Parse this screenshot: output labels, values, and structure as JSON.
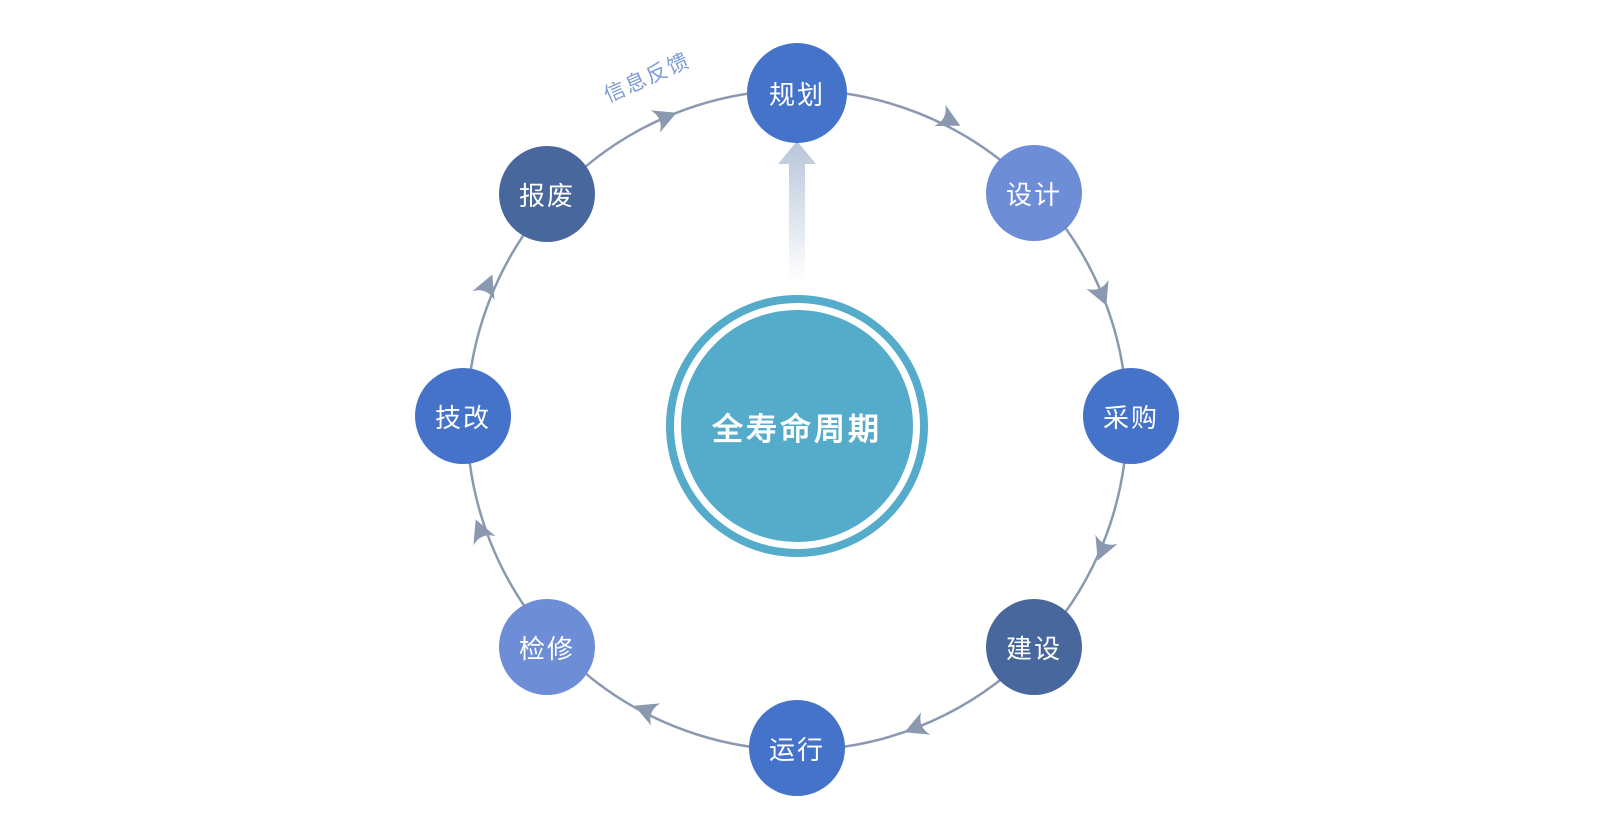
{
  "diagram": {
    "title": "全寿命周期",
    "center": {
      "label": "全寿命周期",
      "fill": "#54abca",
      "text_color": "#ffffff"
    },
    "feedback_label": {
      "text": "信息反馈",
      "color": "#7d9cd3"
    },
    "ring_color": "#8a98b0",
    "arrow_color": "#8a98b0",
    "center_arrow_color": "#b4c3d6",
    "nodes": [
      {
        "id": "planning",
        "label": "规划",
        "color": "#4473c9"
      },
      {
        "id": "design",
        "label": "设计",
        "color": "#6d8dd6"
      },
      {
        "id": "procurement",
        "label": "采购",
        "color": "#4473c9"
      },
      {
        "id": "construction",
        "label": "建设",
        "color": "#48689d"
      },
      {
        "id": "operation",
        "label": "运行",
        "color": "#4473c9"
      },
      {
        "id": "maintenance",
        "label": "检修",
        "color": "#6d8dd6"
      },
      {
        "id": "upgrade",
        "label": "技改",
        "color": "#4473c9"
      },
      {
        "id": "scrap",
        "label": "报废",
        "color": "#48689d"
      }
    ]
  }
}
